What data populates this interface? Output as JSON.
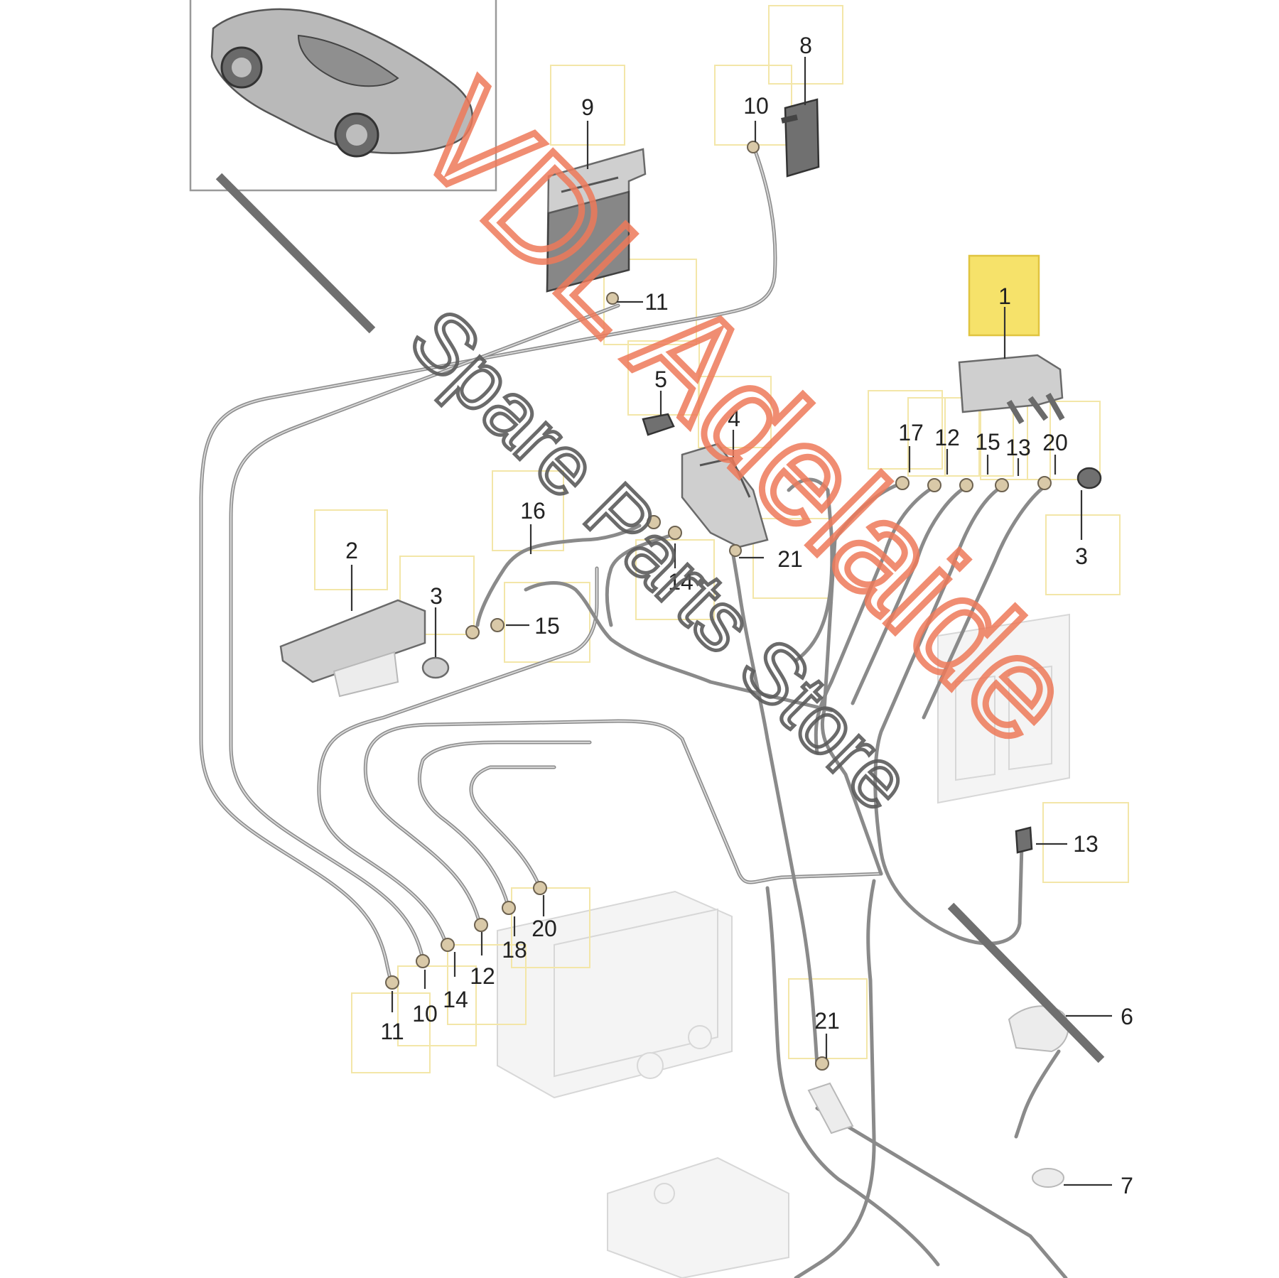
{
  "watermark": {
    "line1": "VDL Adelaide",
    "line2": "Spare Parts Store",
    "color_primary": "#ee7a5a",
    "color_secondary": "#5b5b5b"
  },
  "highlight_color": "#f6e26a",
  "callouts": [
    {
      "id": "c1",
      "label": "1"
    },
    {
      "id": "c2",
      "label": "2"
    },
    {
      "id": "c3a",
      "label": "3"
    },
    {
      "id": "c3b",
      "label": "3"
    },
    {
      "id": "c4",
      "label": "4"
    },
    {
      "id": "c5",
      "label": "5"
    },
    {
      "id": "c6",
      "label": "6"
    },
    {
      "id": "c7",
      "label": "7"
    },
    {
      "id": "c8",
      "label": "8"
    },
    {
      "id": "c9",
      "label": "9"
    },
    {
      "id": "c10a",
      "label": "10"
    },
    {
      "id": "c10b",
      "label": "10"
    },
    {
      "id": "c11a",
      "label": "11"
    },
    {
      "id": "c11b",
      "label": "11"
    },
    {
      "id": "c12a",
      "label": "12"
    },
    {
      "id": "c12b",
      "label": "12"
    },
    {
      "id": "c13a",
      "label": "13"
    },
    {
      "id": "c13b",
      "label": "13"
    },
    {
      "id": "c14a",
      "label": "14"
    },
    {
      "id": "c14b",
      "label": "14"
    },
    {
      "id": "c15a",
      "label": "15"
    },
    {
      "id": "c15b",
      "label": "15"
    },
    {
      "id": "c16",
      "label": "16"
    },
    {
      "id": "c17",
      "label": "17"
    },
    {
      "id": "c18",
      "label": "18"
    },
    {
      "id": "c20a",
      "label": "20"
    },
    {
      "id": "c20b",
      "label": "20"
    },
    {
      "id": "c21a",
      "label": "21"
    },
    {
      "id": "c21b",
      "label": "21"
    }
  ]
}
